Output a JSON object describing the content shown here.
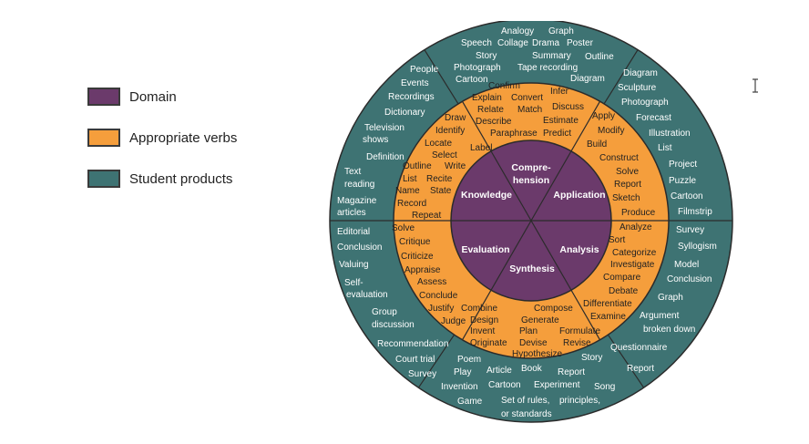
{
  "legend": {
    "items": [
      {
        "label": "Domain",
        "color": "#6b3a6b"
      },
      {
        "label": "Appropriate verbs",
        "color": "#f59e3c"
      },
      {
        "label": "Student products",
        "color": "#3e7373"
      }
    ]
  },
  "colors": {
    "domain": "#6b3a6b",
    "verbs": "#f59e3c",
    "products": "#3e7373",
    "line": "#2b2b2b"
  },
  "wheel": {
    "domains": {
      "comprehension": [
        "Compre-",
        "hension"
      ],
      "application": [
        "Application"
      ],
      "analysis": [
        "Analysis"
      ],
      "synthesis": [
        "Synthesis"
      ],
      "evaluation": [
        "Evaluation"
      ],
      "knowledge": [
        "Knowledge"
      ]
    },
    "verbs": {
      "comprehension": [
        "Confirm",
        "Explain",
        "Convert",
        "Infer",
        "Relate",
        "Match",
        "Discuss",
        "Describe",
        "Estimate",
        "Paraphrase",
        "Predict"
      ],
      "application": [
        "Apply",
        "Modify",
        "Build",
        "Construct",
        "Solve",
        "Report",
        "Sketch",
        "Produce"
      ],
      "analysis": [
        "Analyze",
        "Sort",
        "Categorize",
        "Investigate",
        "Compare",
        "Debate",
        "Differentiate",
        "Examine"
      ],
      "synthesis": [
        "Combine",
        "Compose",
        "Design",
        "Generate",
        "Invent",
        "Plan",
        "Formulate",
        "Originate",
        "Devise",
        "Revise",
        "Hypothesize"
      ],
      "evaluation": [
        "Solve",
        "Critique",
        "Criticize",
        "Appraise",
        "Assess",
        "Conclude",
        "Justify",
        "Judge"
      ],
      "knowledge": [
        "Draw",
        "Identify",
        "Locate",
        "Label",
        "Select",
        "Outline",
        "Write",
        "List",
        "Recite",
        "Name",
        "State",
        "Record",
        "Repeat"
      ]
    },
    "products": {
      "comprehension": [
        "Analogy",
        "Graph",
        "Speech",
        "Collage",
        "Drama",
        "Poster",
        "Story",
        "Summary",
        "Outline",
        "Photograph",
        "Tape recording",
        "Cartoon",
        "Diagram"
      ],
      "application": [
        "Diagram",
        "Sculpture",
        "Photograph",
        "Forecast",
        "Illustration",
        "List",
        "Project",
        "Puzzle",
        "Cartoon",
        "Filmstrip"
      ],
      "analysis": [
        "Survey",
        "Syllogism",
        "Model",
        "Conclusion",
        "Graph",
        "Argument",
        "broken down",
        "Questionnaire",
        "Report"
      ],
      "synthesis": [
        "Poem",
        "Story",
        "Play",
        "Article",
        "Book",
        "Report",
        "Invention",
        "Cartoon",
        "Experiment",
        "Song",
        "Game",
        "Set of rules,",
        "principles,",
        "or standards"
      ],
      "evaluation": [
        "Editorial",
        "Conclusion",
        "Valuing",
        "Self-",
        "evaluation",
        "Group",
        "discussion",
        "Recommendation",
        "Court trial",
        "Survey"
      ],
      "knowledge": [
        "People",
        "Events",
        "Recordings",
        "Dictionary",
        "Television",
        "shows",
        "Definition",
        "Text",
        "reading",
        "Magazine",
        "articles"
      ]
    }
  }
}
